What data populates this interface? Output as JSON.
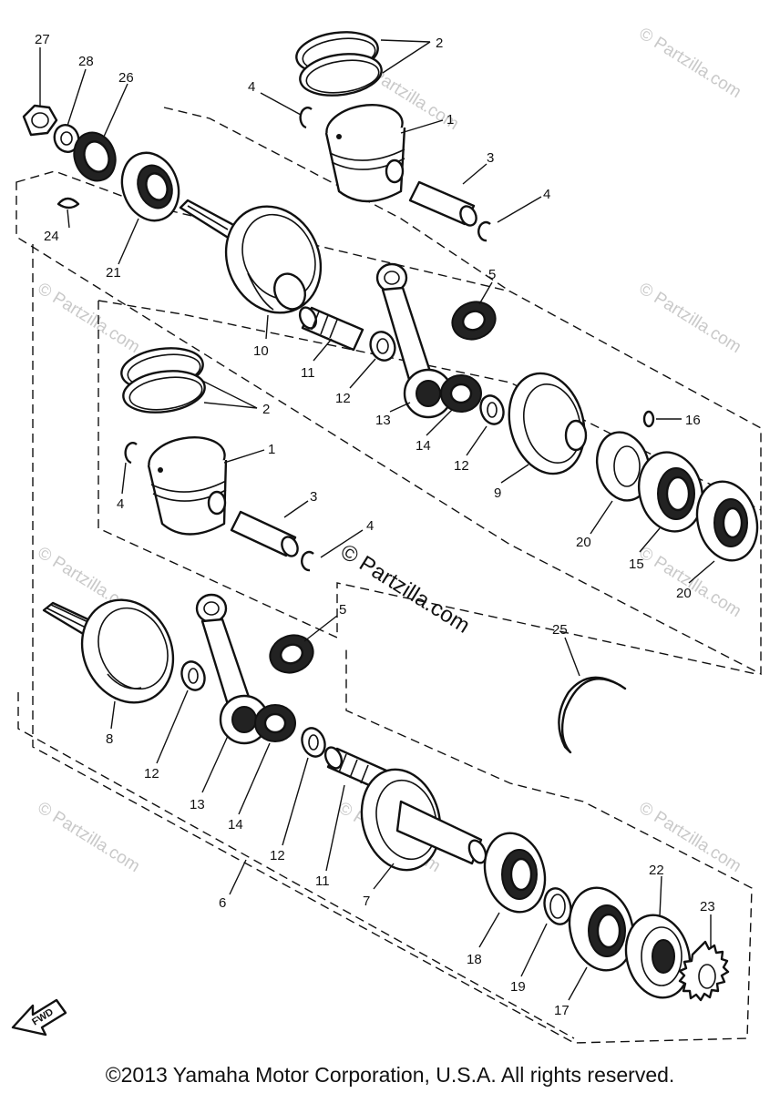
{
  "watermarks": {
    "small": "© Partzilla.com",
    "center": "© Partzilla.com"
  },
  "callouts": {
    "c27": "27",
    "c28": "28",
    "c26": "26",
    "c24": "24",
    "c21": "21",
    "c2a": "2",
    "c4a": "4",
    "c1a": "1",
    "c3a": "3",
    "c4b": "4",
    "c10": "10",
    "c11a": "11",
    "c12a": "12",
    "c5a": "5",
    "c13a": "13",
    "c14a": "14",
    "c12b": "12",
    "c9": "9",
    "c16": "16",
    "c20a": "20",
    "c15": "15",
    "c20b": "20",
    "c2b": "2",
    "c1b": "1",
    "c4c": "4",
    "c3b": "3",
    "c4d": "4",
    "c5b": "5",
    "c25": "25",
    "c8": "8",
    "c12c": "12",
    "c13b": "13",
    "c14b": "14",
    "c12d": "12",
    "c11b": "11",
    "c7": "7",
    "c6": "6",
    "c18": "18",
    "c19": "19",
    "c17": "17",
    "c22": "22",
    "c23": "23"
  },
  "fwd_label": "FWD",
  "copyright": "©2013 Yamaha Motor Corporation, U.S.A. All rights reserved."
}
